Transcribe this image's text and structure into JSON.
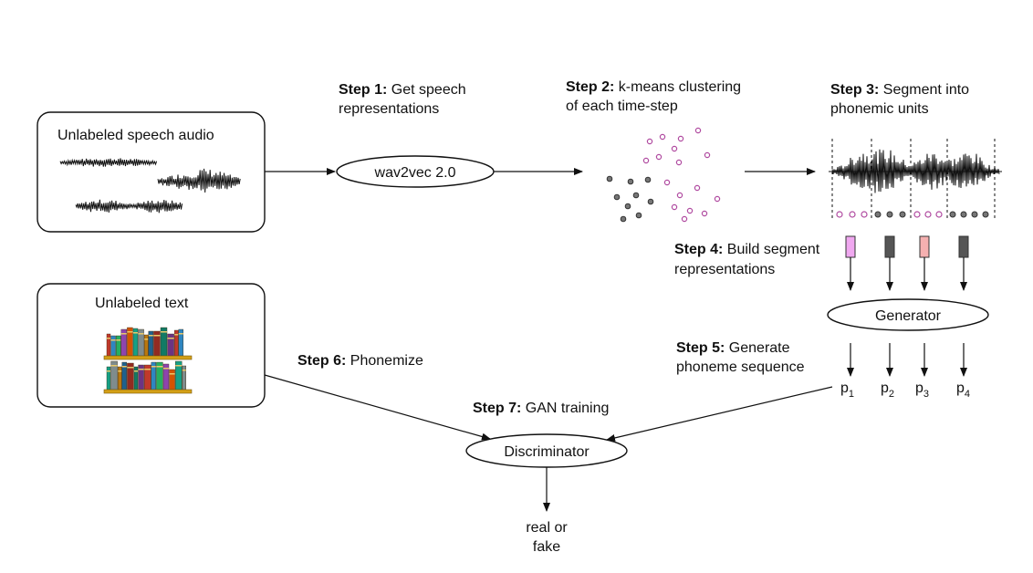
{
  "speech_box": {
    "title": "Unlabeled speech audio"
  },
  "text_box": {
    "title": "Unlabeled text"
  },
  "steps": [
    {
      "prefix": "Step 1:",
      "line1": "Get speech",
      "line2": "representations"
    },
    {
      "prefix": "Step 2:",
      "line1": "k-means clustering",
      "line2": "of each time-step"
    },
    {
      "prefix": "Step 3:",
      "line1": "Segment into",
      "line2": "phonemic units"
    },
    {
      "prefix": "Step 4:",
      "line1": "Build segment",
      "line2": "representations"
    },
    {
      "prefix": "Step 5:",
      "line1": "Generate",
      "line2": "phoneme sequence"
    },
    {
      "prefix": "Step 6:",
      "line1": "Phonemize",
      "line2": ""
    },
    {
      "prefix": "Step 7:",
      "line1": "GAN training",
      "line2": ""
    }
  ],
  "nodes": {
    "wav2vec": "wav2vec 2.0",
    "generator": "Generator",
    "discriminator": "Discriminator"
  },
  "phonemes": [
    {
      "base": "p",
      "sub": "1"
    },
    {
      "base": "p",
      "sub": "2"
    },
    {
      "base": "p",
      "sub": "3"
    },
    {
      "base": "p",
      "sub": "4"
    }
  ],
  "output": {
    "line1": "real or",
    "line2": "fake"
  },
  "colors": {
    "cluster_pink": "#b04aa0",
    "cluster_gray": "#555555",
    "segment_pink": "#f0a8f0",
    "segment_salmon": "#f5b0b0",
    "segment_dark": "#555555"
  }
}
